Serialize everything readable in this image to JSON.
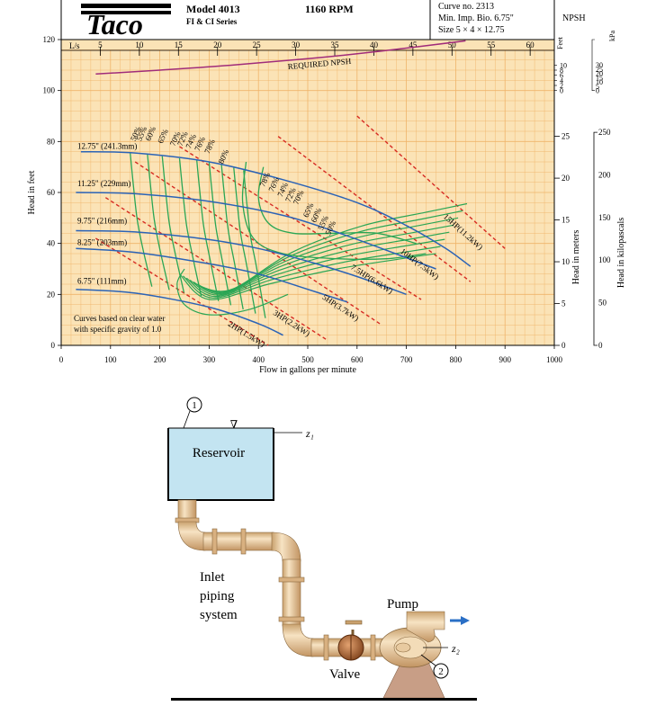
{
  "header": {
    "brand": "Taco",
    "model": "Model 4013",
    "series": "FI & CI Series",
    "rpm": "1160 RPM",
    "curve_no": "Curve no. 2313",
    "min_imp": "Min. Imp. Bio. 6.75\"",
    "size": "Size 5 × 4 × 12.75",
    "npsh": "NPSH"
  },
  "axes": {
    "x_label": "Flow in gallons per minute",
    "y_left_label": "Head in feet",
    "y_right1_label": "Head in meters",
    "y_right2_label": "Head in kilopascals",
    "ls_label": "L/s",
    "npsh_feet_label": "Feet",
    "npsh_kpa_label": "kPa",
    "required_npsh": "REQUIRED NPSH",
    "note1": "Curves based on clear water",
    "note2": "with specific gravity of 1.0",
    "gpm_ticks": [
      "0",
      "100",
      "200",
      "300",
      "400",
      "500",
      "600",
      "700",
      "800",
      "900",
      "1000"
    ],
    "ls_ticks": [
      "5",
      "10",
      "15",
      "20",
      "25",
      "30",
      "35",
      "40",
      "45",
      "50",
      "55",
      "60"
    ],
    "feet_ticks": [
      "0",
      "20",
      "40",
      "60",
      "80",
      "100",
      "120"
    ],
    "meter_ticks": [
      "0",
      "5",
      "10",
      "15",
      "20",
      "25"
    ],
    "kpa_ticks": [
      "0",
      "50",
      "100",
      "150",
      "200",
      "250"
    ],
    "npsh_feet_ticks": [
      "0",
      "2",
      "4",
      "6",
      "8",
      "10"
    ],
    "npsh_kpa_ticks": [
      "0",
      "5",
      "10",
      "15",
      "20",
      "25",
      "30"
    ]
  },
  "chart_data": {
    "type": "line",
    "x_unit": "gpm",
    "y_unit": "ft",
    "xlim": [
      0,
      1000
    ],
    "ylim": [
      0,
      120
    ],
    "impellers": [
      {
        "name": "12.75\" (241.3mm)",
        "points": [
          [
            40,
            76
          ],
          [
            150,
            75.5
          ],
          [
            300,
            72
          ],
          [
            450,
            65
          ],
          [
            600,
            56
          ],
          [
            700,
            47
          ],
          [
            780,
            38
          ],
          [
            830,
            31
          ]
        ]
      },
      {
        "name": "11.25\" (229mm)",
        "points": [
          [
            30,
            60
          ],
          [
            150,
            59.5
          ],
          [
            300,
            56.5
          ],
          [
            450,
            51
          ],
          [
            550,
            45
          ],
          [
            650,
            38
          ],
          [
            760,
            30
          ]
        ]
      },
      {
        "name": "9.75\" (216mm)",
        "points": [
          [
            30,
            45
          ],
          [
            150,
            44.5
          ],
          [
            300,
            41.5
          ],
          [
            400,
            38
          ],
          [
            500,
            33
          ],
          [
            600,
            27
          ],
          [
            700,
            20
          ]
        ]
      },
      {
        "name": "8.25\" (203mm)",
        "points": [
          [
            30,
            38
          ],
          [
            150,
            36.5
          ],
          [
            300,
            32
          ],
          [
            400,
            28
          ],
          [
            500,
            22
          ],
          [
            580,
            17
          ]
        ]
      },
      {
        "name": "6.75\" (111mm)",
        "points": [
          [
            30,
            22
          ],
          [
            150,
            20.5
          ],
          [
            300,
            15
          ],
          [
            400,
            8.5
          ],
          [
            450,
            4
          ]
        ]
      }
    ],
    "npsh_curve": [
      [
        70,
        106.5
      ],
      [
        200,
        108
      ],
      [
        350,
        110
      ],
      [
        500,
        112.5
      ],
      [
        650,
        115.5
      ],
      [
        820,
        119.5
      ]
    ],
    "efficiency_labels": [
      "50%",
      "55%",
      "60%",
      "65%",
      "70%",
      "72%",
      "74%",
      "76%",
      "78%",
      "80%",
      "78%",
      "76%",
      "74%",
      "72%",
      "70%",
      "65%",
      "60%",
      "55%",
      "50%"
    ],
    "power_labels": [
      {
        "name": "2HP(1.5kW)",
        "points": [
          [
            70,
            42
          ],
          [
            420,
            0
          ]
        ]
      },
      {
        "name": "3HP(2.2kW)",
        "points": [
          [
            90,
            58
          ],
          [
            540,
            2
          ]
        ]
      },
      {
        "name": "5HP(3.7kW)",
        "points": [
          [
            150,
            72
          ],
          [
            650,
            8
          ]
        ]
      },
      {
        "name": "7.5HP(6.6kW)",
        "points": [
          [
            240,
            78
          ],
          [
            730,
            18
          ]
        ]
      },
      {
        "name": "10HP(7.5kW)",
        "points": [
          [
            440,
            82
          ],
          [
            830,
            25
          ]
        ]
      },
      {
        "name": "15HP(11.2kW)",
        "points": [
          [
            600,
            90
          ],
          [
            900,
            38
          ]
        ]
      }
    ]
  },
  "diagram": {
    "reservoir": "Reservoir",
    "inlet1": "Inlet",
    "inlet2": "piping",
    "inlet3": "system",
    "pump": "Pump",
    "valve": "Valve",
    "z1": "z₁",
    "z2": "z₂",
    "marker1": "1",
    "marker2": "2",
    "water_symbol": "∇"
  },
  "colors": {
    "grid_bg": "#fbe3b6",
    "grid_line": "#efb46a",
    "impeller": "#2b63b6",
    "efficiency": "#2aa655",
    "power": "#d62b23",
    "npsh": "#a02c7a",
    "water": "#c3e4f1",
    "pipe": "#f0d2a6"
  }
}
